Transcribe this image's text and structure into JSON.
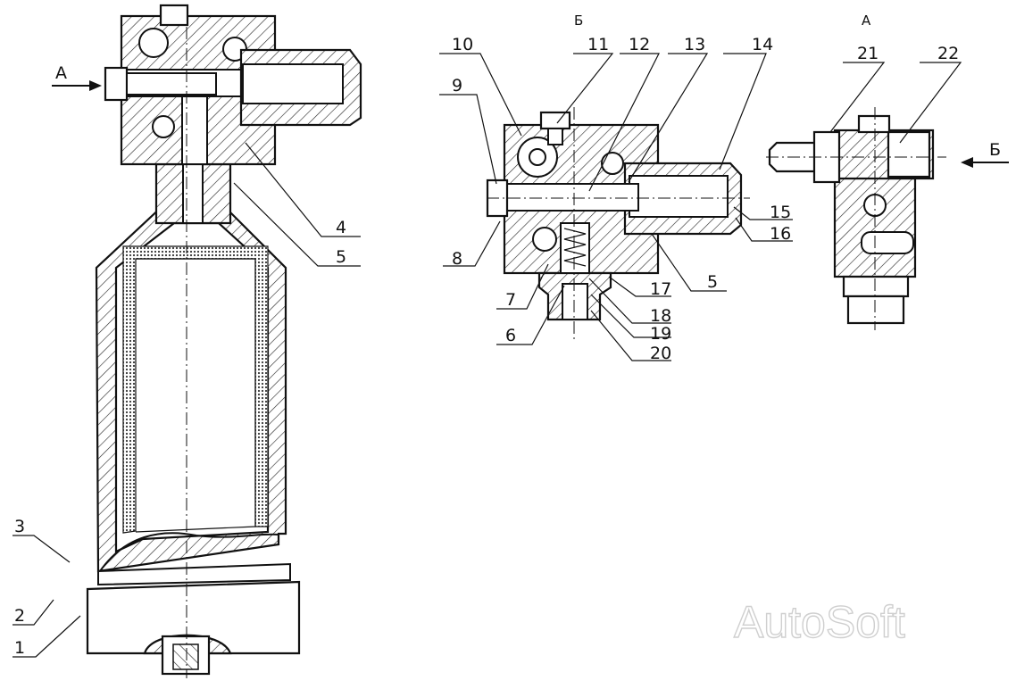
{
  "views": {
    "main": {
      "arrow_label": "А"
    },
    "section_b": {
      "title": "Б"
    },
    "view_a": {
      "title": "А",
      "arrow_label": "Б"
    }
  },
  "labels": [
    "1",
    "2",
    "3",
    "4",
    "5",
    "5",
    "6",
    "7",
    "8",
    "9",
    "10",
    "11",
    "12",
    "13",
    "14",
    "15",
    "16",
    "17",
    "18",
    "19",
    "20",
    "21",
    "22"
  ],
  "watermark": "AutoSoft"
}
